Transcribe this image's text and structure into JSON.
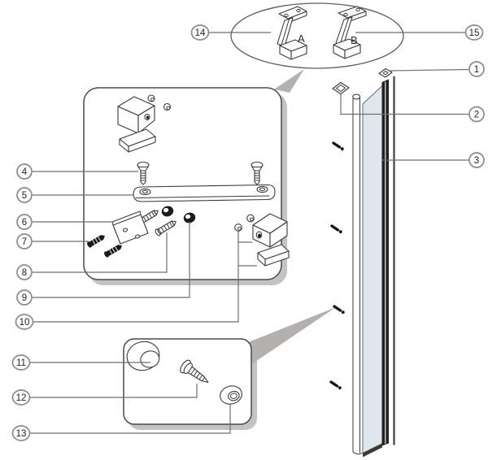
{
  "figure": {
    "type": "exploded-parts-diagram",
    "subject": "glass panel wall-profile assembly with numbered hardware callouts",
    "callouts": [
      {
        "label": "1"
      },
      {
        "label": "2"
      },
      {
        "label": "3"
      },
      {
        "label": "4"
      },
      {
        "label": "5"
      },
      {
        "label": "6"
      },
      {
        "label": "7"
      },
      {
        "label": "8"
      },
      {
        "label": "9"
      },
      {
        "label": "10"
      },
      {
        "label": "11"
      },
      {
        "label": "12"
      },
      {
        "label": "13"
      },
      {
        "label": "14"
      },
      {
        "label": "15"
      }
    ],
    "detail_labels": {
      "a": "A",
      "b": "B"
    },
    "colors": {
      "background": "#ffffff",
      "line": "#3a3a3a",
      "leader": "#6f6f6f",
      "glass": "#dfe7ec",
      "shadow": "#c6c2c2",
      "wedge": "#b5b0b0",
      "dark_part": "#1a1a1a",
      "callout_ring": "#8a8a8a",
      "callout_text": "#1f1f1f"
    }
  }
}
